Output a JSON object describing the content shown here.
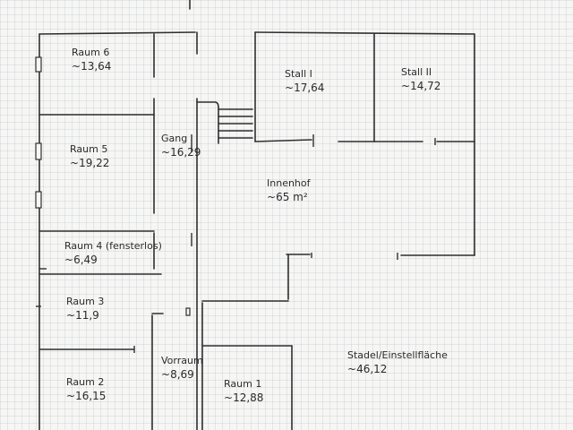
{
  "rooms": [
    {
      "id": "raum6",
      "name": "Raum 6",
      "area": "13,64"
    },
    {
      "id": "raum5",
      "name": "Raum 5",
      "area": "19,22"
    },
    {
      "id": "raum4",
      "name": "Raum 4 (fensterlos)",
      "area": "6,49"
    },
    {
      "id": "raum3",
      "name": "Raum 3",
      "area": "11,9"
    },
    {
      "id": "raum2",
      "name": "Raum 2",
      "area": "16,15"
    },
    {
      "id": "raum1",
      "name": "Raum 1",
      "area": "12,88"
    },
    {
      "id": "vorraum",
      "name": "Vorraum",
      "area": "8,69"
    },
    {
      "id": "gang",
      "name": "Gang",
      "area": "16,29"
    },
    {
      "id": "stall1",
      "name": "Stall I",
      "area": "17,64"
    },
    {
      "id": "stall2",
      "name": "Stall II",
      "area": "14,72"
    },
    {
      "id": "innenhof",
      "name": "Innenhof",
      "area": "65 m²"
    },
    {
      "id": "stadel",
      "name": "Stadel/Einstellfläche",
      "area": "46,12"
    }
  ],
  "colors": {
    "ink": "#2f2f2f",
    "paper": "#f6f6f4",
    "grid": "#b9c0cc"
  }
}
